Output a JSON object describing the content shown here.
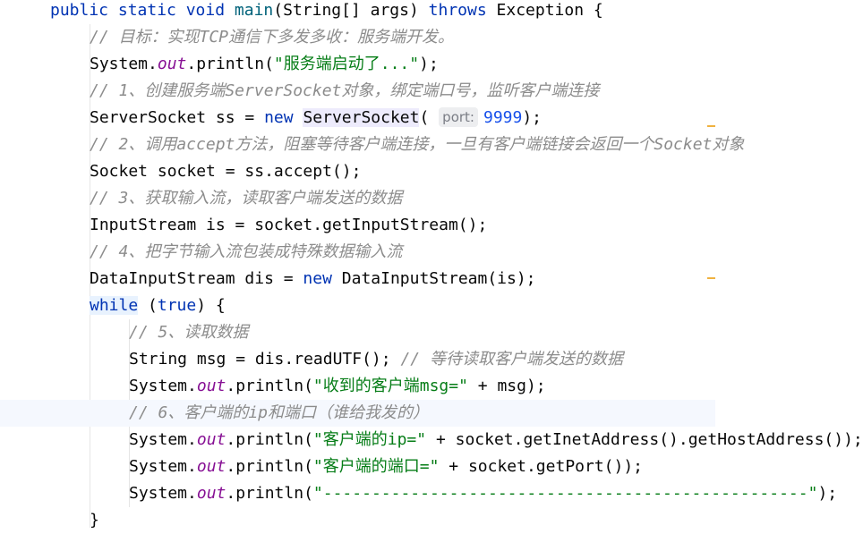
{
  "editor": {
    "lines": [
      {
        "indent": 0,
        "tokens": [
          {
            "t": "public static void ",
            "c": "kw"
          },
          {
            "t": "main",
            "c": "fn"
          },
          {
            "t": "(String[] args) ",
            "c": ""
          },
          {
            "t": "throws",
            "c": "kw"
          },
          {
            "t": " Exception {",
            "c": ""
          }
        ]
      },
      {
        "indent": 1,
        "tokens": [
          {
            "t": "// 目标：实现TCP通信下多发多收：服务端开发。",
            "c": "cm"
          }
        ]
      },
      {
        "indent": 1,
        "tokens": [
          {
            "t": "System.",
            "c": ""
          },
          {
            "t": "out",
            "c": "static-field"
          },
          {
            "t": ".println(",
            "c": ""
          },
          {
            "t": "\"服务端启动了...\"",
            "c": "str"
          },
          {
            "t": ");",
            "c": ""
          }
        ]
      },
      {
        "indent": 1,
        "tokens": [
          {
            "t": "// 1、创建服务端ServerSocket对象，绑定端口号，监听客户端连接",
            "c": "cm"
          }
        ]
      },
      {
        "indent": 1,
        "tokens": [
          {
            "t": "ServerSocket ss = ",
            "c": ""
          },
          {
            "t": "new",
            "c": "kw"
          },
          {
            "t": " ",
            "c": ""
          },
          {
            "t": "ServerSocket",
            "c": "cls-hl"
          },
          {
            "t": "( ",
            "c": ""
          },
          {
            "t": "port:",
            "c": "hint"
          },
          {
            "t": "9999",
            "c": "num"
          },
          {
            "t": ");",
            "c": ""
          }
        ]
      },
      {
        "indent": 1,
        "tokens": [
          {
            "t": "// 2、调用accept方法，阻塞等待客户端连接，一旦有客户端链接会返回一个Socket对象",
            "c": "cm"
          }
        ]
      },
      {
        "indent": 1,
        "tokens": [
          {
            "t": "Socket socket = ss.accept();",
            "c": ""
          }
        ]
      },
      {
        "indent": 1,
        "tokens": [
          {
            "t": "// 3、获取输入流，读取客户端发送的数据",
            "c": "cm"
          }
        ]
      },
      {
        "indent": 1,
        "tokens": [
          {
            "t": "InputStream is = socket.getInputStream();",
            "c": ""
          }
        ]
      },
      {
        "indent": 1,
        "tokens": [
          {
            "t": "// 4、把字节输入流包装成特殊数据输入流",
            "c": "cm"
          }
        ]
      },
      {
        "indent": 1,
        "tokens": [
          {
            "t": "DataInputStream dis = ",
            "c": ""
          },
          {
            "t": "new",
            "c": "kw"
          },
          {
            "t": " DataInputStream(is);",
            "c": ""
          }
        ]
      },
      {
        "indent": 1,
        "tokens": [
          {
            "t": "while",
            "c": "kw kw-hl"
          },
          {
            "t": " (",
            "c": ""
          },
          {
            "t": "true",
            "c": "kw"
          },
          {
            "t": ") {",
            "c": ""
          }
        ]
      },
      {
        "indent": 2,
        "tokens": [
          {
            "t": "// 5、读取数据",
            "c": "cm"
          }
        ]
      },
      {
        "indent": 2,
        "tokens": [
          {
            "t": "String msg = dis.readUTF(); ",
            "c": ""
          },
          {
            "t": "// 等待读取客户端发送的数据",
            "c": "cm"
          }
        ]
      },
      {
        "indent": 2,
        "tokens": [
          {
            "t": "System.",
            "c": ""
          },
          {
            "t": "out",
            "c": "static-field"
          },
          {
            "t": ".println(",
            "c": ""
          },
          {
            "t": "\"收到的客户端msg=\"",
            "c": "str"
          },
          {
            "t": " + msg);",
            "c": ""
          }
        ]
      },
      {
        "indent": 2,
        "highlight": true,
        "tokens": [
          {
            "t": "// 6、客户端的ip和端口（谁给我发的）",
            "c": "cm"
          }
        ]
      },
      {
        "indent": 2,
        "tokens": [
          {
            "t": "System.",
            "c": ""
          },
          {
            "t": "out",
            "c": "static-field"
          },
          {
            "t": ".println(",
            "c": ""
          },
          {
            "t": "\"客户端的ip=\"",
            "c": "str"
          },
          {
            "t": " + socket.getInetAddress().getHostAddress());",
            "c": ""
          }
        ]
      },
      {
        "indent": 2,
        "tokens": [
          {
            "t": "System.",
            "c": ""
          },
          {
            "t": "out",
            "c": "static-field"
          },
          {
            "t": ".println(",
            "c": ""
          },
          {
            "t": "\"客户端的端口=\"",
            "c": "str"
          },
          {
            "t": " + socket.getPort());",
            "c": ""
          }
        ]
      },
      {
        "indent": 2,
        "tokens": [
          {
            "t": "System.",
            "c": ""
          },
          {
            "t": "out",
            "c": "static-field"
          },
          {
            "t": ".println(",
            "c": ""
          },
          {
            "t": "\"--------------------------------------------------\"",
            "c": "str"
          },
          {
            "t": ");",
            "c": ""
          }
        ]
      },
      {
        "indent": 1,
        "tokens": [
          {
            "t": "}",
            "c": ""
          }
        ]
      }
    ]
  }
}
